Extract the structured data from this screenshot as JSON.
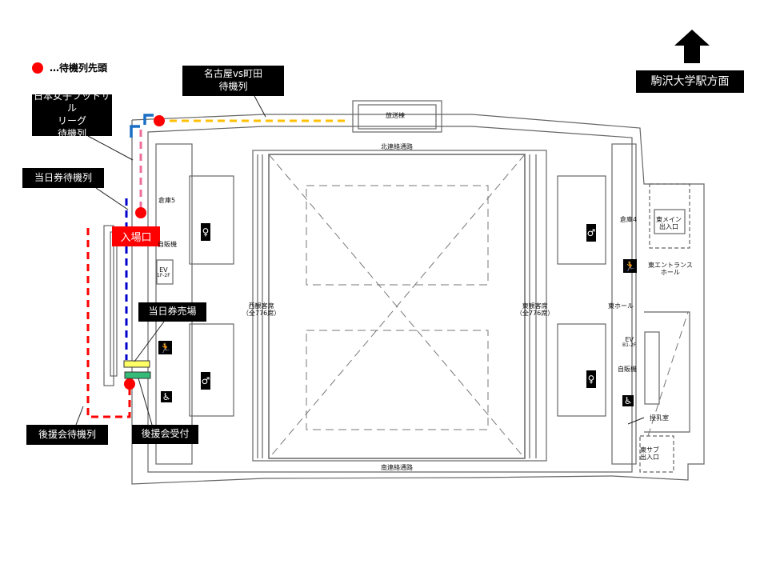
{
  "legend": {
    "label": "…待機列先頭",
    "marker_color": "#ff0000"
  },
  "direction": {
    "label": "駒沢大学駅方面",
    "arrow": "up-arrow-icon"
  },
  "callouts": {
    "nagoya_line": [
      "名古屋vs町田",
      "待機列"
    ],
    "futsal_line": [
      "日本女子フットサル",
      "リーグ",
      "待機列"
    ],
    "sameday_line": "当日券待機列",
    "entrance": "入場口",
    "sameday_booth": "当日券売場",
    "supporters_line": "後援会待機列",
    "supporters_desk": "後援会受付"
  },
  "rooms": {
    "broadcast": "放送棟",
    "north_corridor": "北連絡通路",
    "south_corridor": "南連絡通路",
    "west_seats": [
      "西観客席",
      "（全776席）"
    ],
    "east_seats": [
      "東観客席",
      "（全776席）"
    ],
    "storage5": "倉庫5",
    "storage4": "倉庫4",
    "vending_west": "自販機",
    "vending_east": "自販機",
    "ev_west": [
      "EV",
      "1F-2F"
    ],
    "ev_east": [
      "EV",
      "B1-2F"
    ],
    "east_main_entrance": [
      "東メイン",
      "出入口"
    ],
    "east_entrance_hall": [
      "東エントランス",
      "ホール"
    ],
    "east_hall": "東ホール",
    "nursing_room": "授乳室",
    "east_sub_entrance": [
      "東サブ",
      "出入口"
    ]
  },
  "colors": {
    "red": "#ff0000",
    "orange": "#ffc000",
    "blue": "#0000cc",
    "pink": "#ee6c9a",
    "bracket_blue": "#1a6fc4",
    "yellow": "#ffff66",
    "green": "#33bb77"
  }
}
